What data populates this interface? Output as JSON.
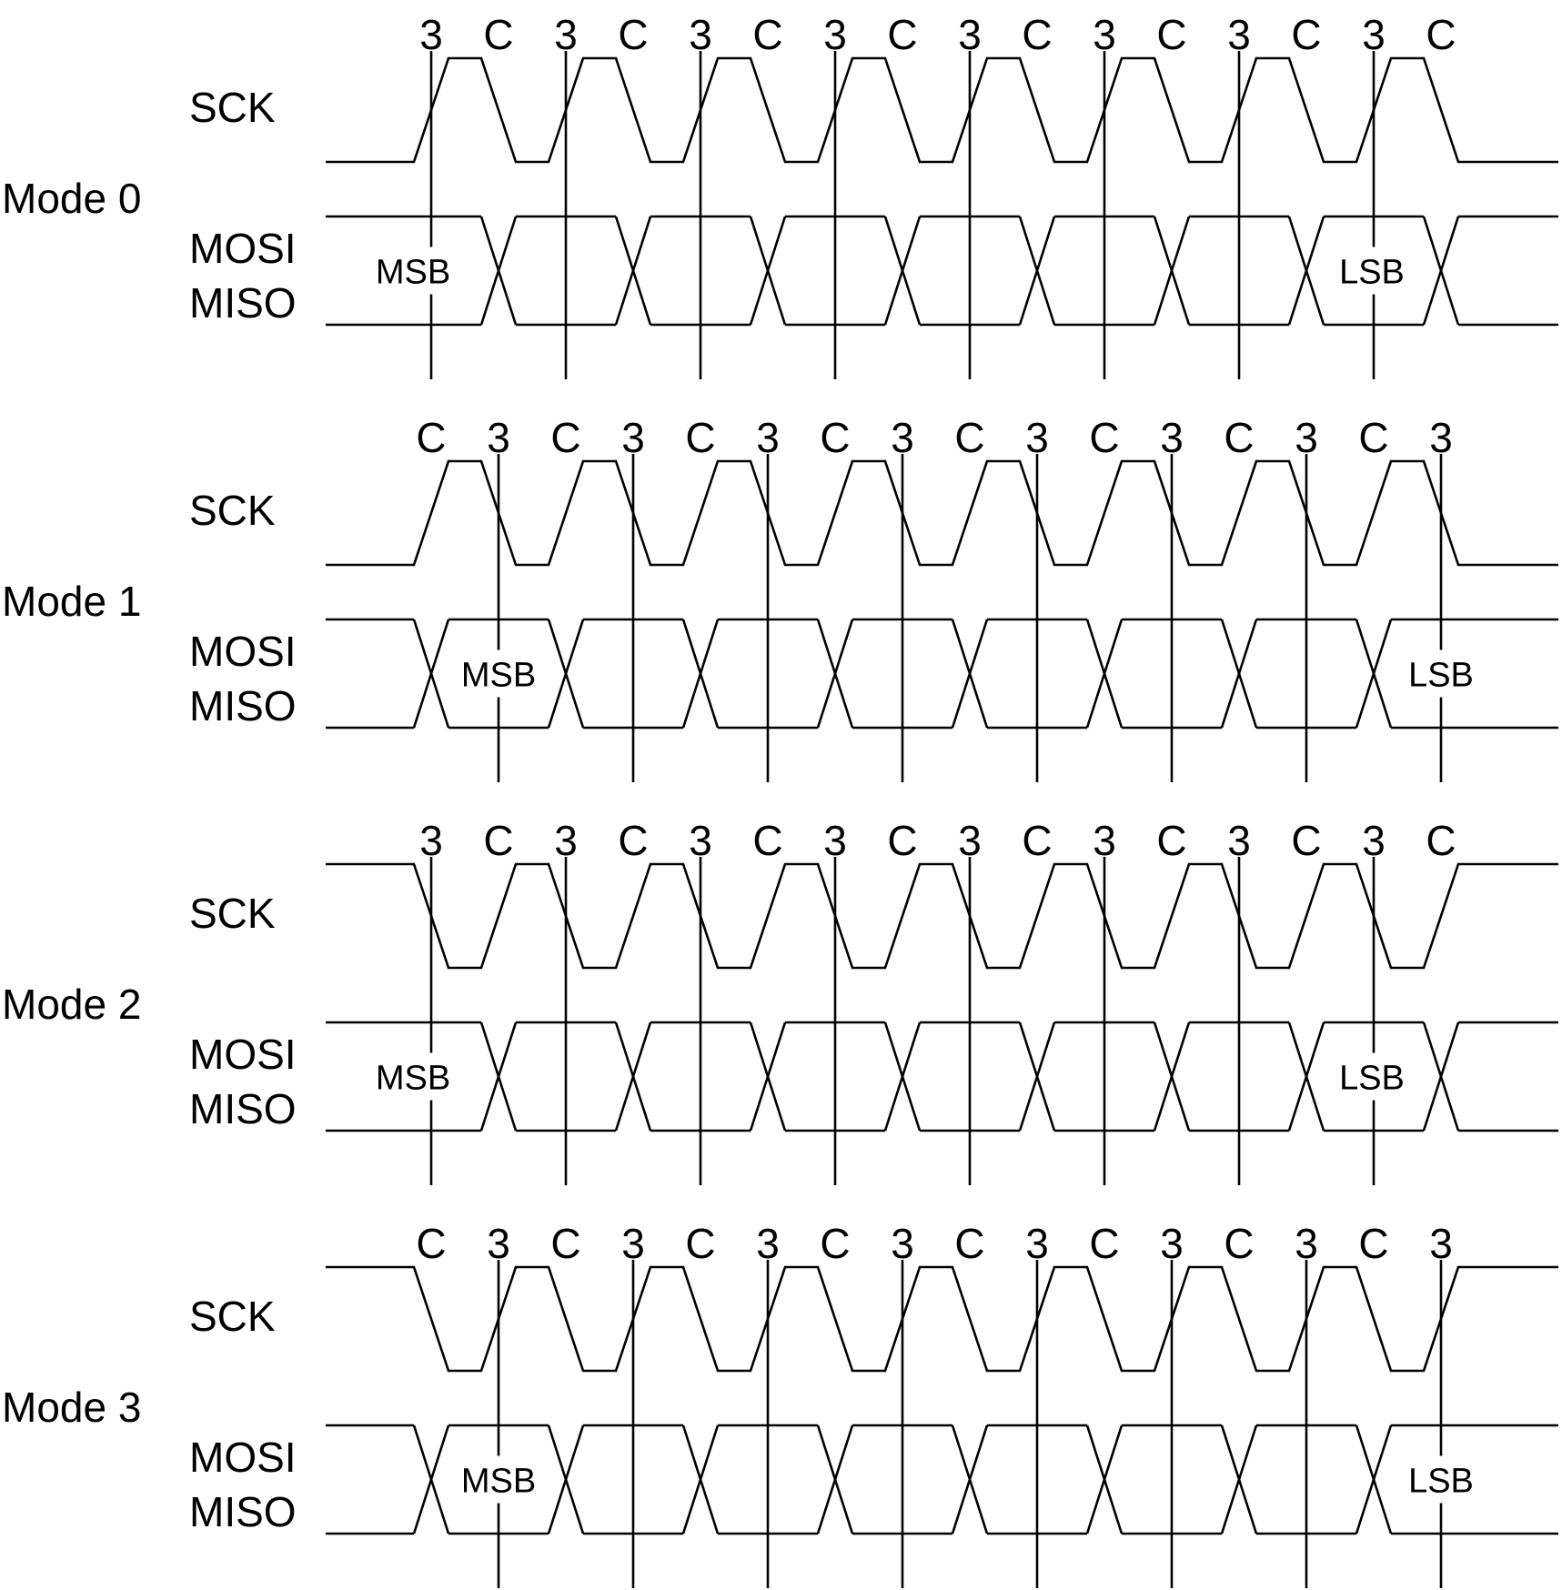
{
  "diagram": {
    "colors": {
      "line": "#000000",
      "background": "#ffffff"
    },
    "sck_label": "SCK",
    "data_label_line1": "MOSI",
    "data_label_line2": "MISO",
    "first_bit_label": "MSB",
    "last_bit_label": "LSB",
    "cycles": 8,
    "modes": [
      {
        "label": "Mode 0",
        "cpol": 0,
        "cpha": 0,
        "edge_labels": [
          "3",
          "C",
          "3",
          "C",
          "3",
          "C",
          "3",
          "C",
          "3",
          "C",
          "3",
          "C",
          "3",
          "C",
          "3",
          "C"
        ]
      },
      {
        "label": "Mode 1",
        "cpol": 0,
        "cpha": 1,
        "edge_labels": [
          "C",
          "3",
          "C",
          "3",
          "C",
          "3",
          "C",
          "3",
          "C",
          "3",
          "C",
          "3",
          "C",
          "3",
          "C",
          "3"
        ]
      },
      {
        "label": "Mode 2",
        "cpol": 1,
        "cpha": 0,
        "edge_labels": [
          "3",
          "C",
          "3",
          "C",
          "3",
          "C",
          "3",
          "C",
          "3",
          "C",
          "3",
          "C",
          "3",
          "C",
          "3",
          "C"
        ]
      },
      {
        "label": "Mode 3",
        "cpol": 1,
        "cpha": 1,
        "edge_labels": [
          "C",
          "3",
          "C",
          "3",
          "C",
          "3",
          "C",
          "3",
          "C",
          "3",
          "C",
          "3",
          "C",
          "3",
          "C",
          "3"
        ]
      }
    ]
  }
}
